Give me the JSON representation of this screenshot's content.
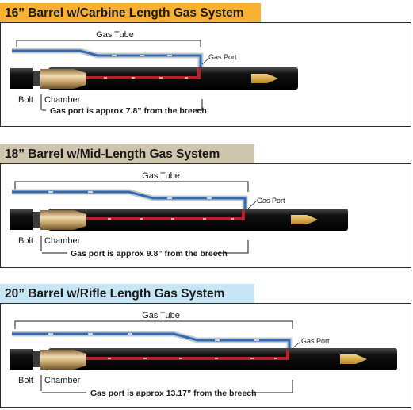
{
  "colors": {
    "carbine_header": "#f8b133",
    "midlength_header": "#d0c6ad",
    "rifle_header": "#c6e6f5",
    "gas_tube_blue": "#2e6cb5",
    "gas_red": "#b8202b",
    "barrel_black": "#1c1c1c",
    "chamber_tan": "#c7a46c",
    "bullet_gold": "#d4a544"
  },
  "sections": [
    {
      "title": "16” Barrel w/Carbine Length Gas System",
      "tube_label": "Gas Tube",
      "port_label": "Gas Port",
      "bolt_label": "Bolt",
      "chamber_label": "Chamber",
      "distance_note": "Gas port is approx 7.8” from the breech"
    },
    {
      "title": "18” Barrel w/Mid-Length Gas System",
      "tube_label": "Gas Tube",
      "port_label": "Gas Port",
      "bolt_label": "Bolt",
      "chamber_label": "Chamber",
      "distance_note": "Gas port is approx 9.8” from the breech"
    },
    {
      "title": "20” Barrel w/Rifle Length Gas System",
      "tube_label": "Gas Tube",
      "port_label": "Gas Port",
      "bolt_label": "Bolt",
      "chamber_label": "Chamber",
      "distance_note": "Gas port is approx 13.17” from the breech"
    }
  ]
}
